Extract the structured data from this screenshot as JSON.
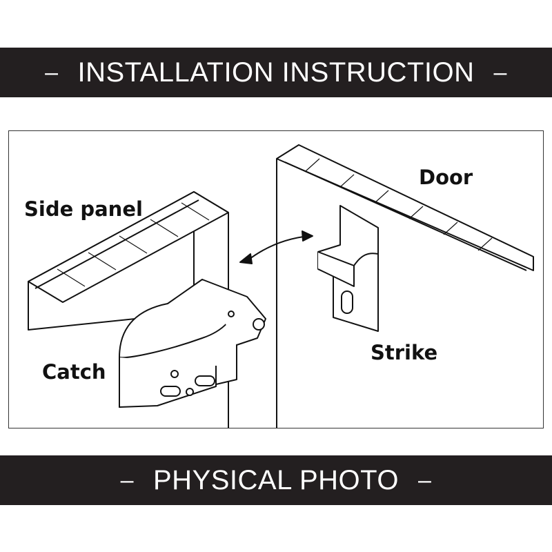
{
  "header": {
    "title": "INSTALLATION INSTRUCTION",
    "dash": "–"
  },
  "footer": {
    "title": "PHYSICAL PHOTO",
    "dash": "–"
  },
  "diagram": {
    "labels": {
      "side_panel": "Side panel",
      "door": "Door",
      "catch": "Catch",
      "strike": "Strike"
    }
  },
  "colors": {
    "banner": "#231f20",
    "banner_text": "#ffffff",
    "lines": "#111111"
  }
}
